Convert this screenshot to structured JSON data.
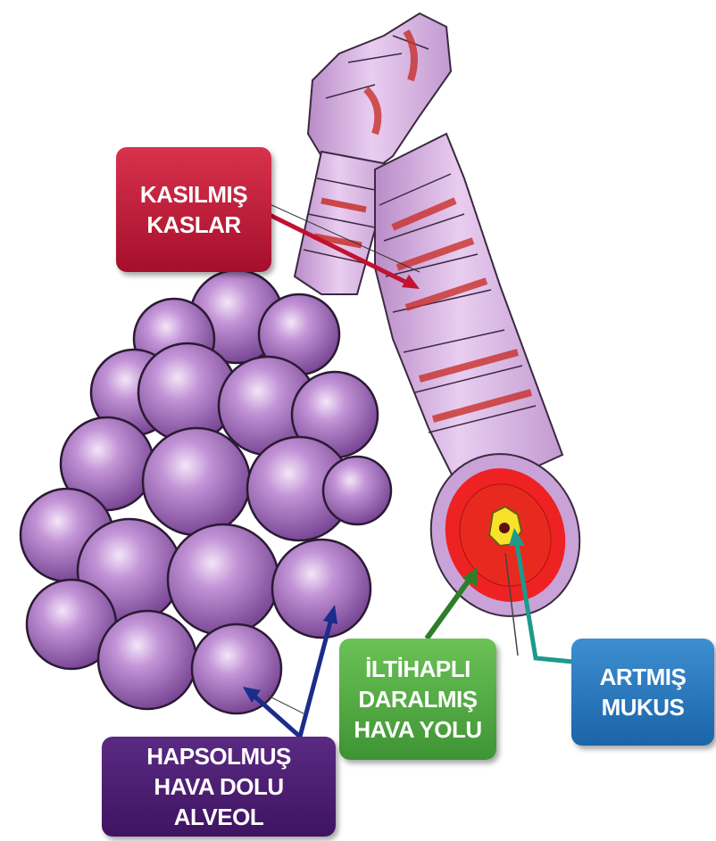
{
  "labels": {
    "contracted_muscles": "KASILMIŞ\nKASLAR",
    "inflamed_airway": "İLTİHAPLI\nDARALMIŞ\nHAVA YOLU",
    "increased_mucus": "ARTMIŞ\nMUKUS",
    "trapped_alveoli": "HAPSOLMUŞ\nHAVA DOLU\nALVEOL"
  },
  "colors": {
    "contracted_muscles_box": "#b8193a",
    "inflamed_airway_box": "#4fa63f",
    "increased_mucus_box": "#2a78bd",
    "trapped_alveoli_box": "#4b1d70",
    "airway_wall": "#dcb3e6",
    "alveoli": "#a66fc0",
    "muscle_band": "#c8302a",
    "lumen": "#ee2222"
  }
}
